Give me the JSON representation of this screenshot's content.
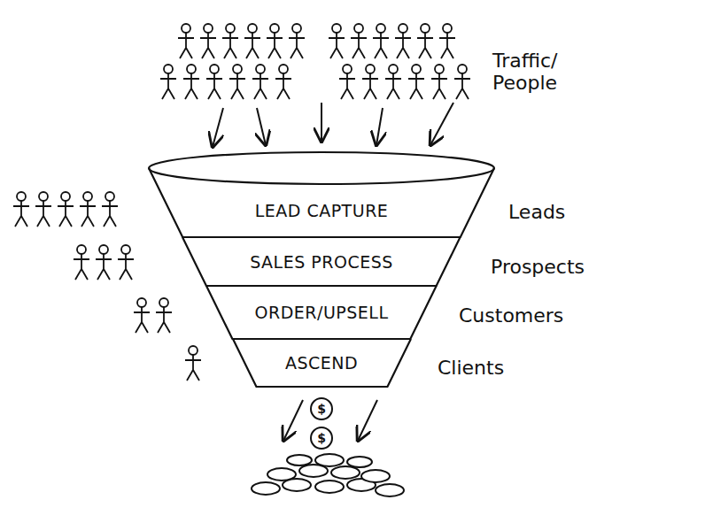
{
  "diagram": {
    "nodes": [
      {
        "text": [
          "LEAD CAPTURE"
        ]
      },
      {
        "text": [
          "SALES PROCESS"
        ]
      },
      {
        "text": [
          "ORDER/UPSELL"
        ]
      },
      {
        "text": [
          "ASCEND"
        ]
      }
    ],
    "labels": [
      "Traffic/ People",
      "Leads",
      "Prospects",
      "Customers",
      "Clients",
      "$",
      "$"
    ]
  }
}
